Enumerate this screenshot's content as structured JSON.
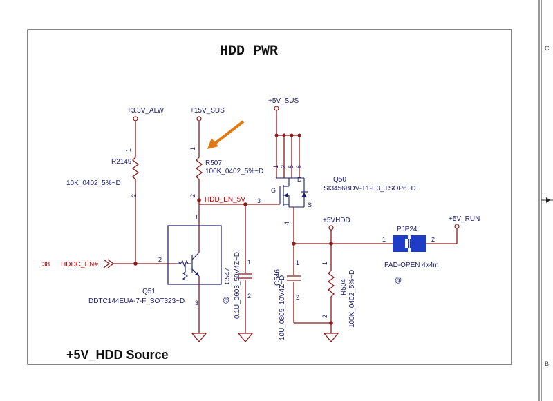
{
  "title": "HDD PWR",
  "footer": "+5V_HDD Source",
  "border_letters": {
    "top": "C",
    "bottom": "B"
  },
  "colors": {
    "wire": "#8b1a1a",
    "ink": "#1a1a6e",
    "net": "#c00000",
    "pad": "#1f3cc4",
    "arrow": "#e07a10"
  },
  "rails": {
    "alw": "+3.3V_ALW",
    "sus15": "+15V_SUS",
    "sus5": "+5V_SUS",
    "hdd": "+5VHDD",
    "run": "+5V_RUN"
  },
  "nets": {
    "hdd_en": "HDD_EN_5V",
    "hddc_en": "HDDC_EN#",
    "sheet_ref": "38"
  },
  "components": {
    "r2149": {
      "ref": "R2149",
      "value": "10K_0402_5%~D",
      "pin1": "1",
      "pin2": "2"
    },
    "r507": {
      "ref": "R507",
      "value": "100K_0402_5%~D",
      "pin1": "1",
      "pin2": "2"
    },
    "q51": {
      "ref": "Q51",
      "part": "DDTC144EUA-7-F_SOT323~D",
      "pin1": "1",
      "pin2": "2",
      "pin3": "3"
    },
    "c547": {
      "ref": "C547",
      "value": "0.1U_0603_50V4Z~D",
      "at": "@",
      "pin1": "1",
      "pin2": "2"
    },
    "q50": {
      "ref": "Q50",
      "part": "SI3456BDV-T1-E3_TSOP6~D",
      "pins_top": [
        "1",
        "2",
        "5",
        "6"
      ],
      "pin_g": "3",
      "pin_d_out": "4",
      "g": "G",
      "d": "D",
      "s": "S"
    },
    "c546": {
      "ref": "C546",
      "value": "10U_0805_10V4Z~D",
      "pin1": "1",
      "pin2": "2"
    },
    "r504": {
      "ref": "R504",
      "value": "100K_0402_5%~D",
      "pin1": "1",
      "pin2": "2"
    },
    "pjp24": {
      "ref": "PJP24",
      "value": "PAD-OPEN 4x4m",
      "at": "@",
      "pin1": "1",
      "pin2": "2"
    }
  }
}
